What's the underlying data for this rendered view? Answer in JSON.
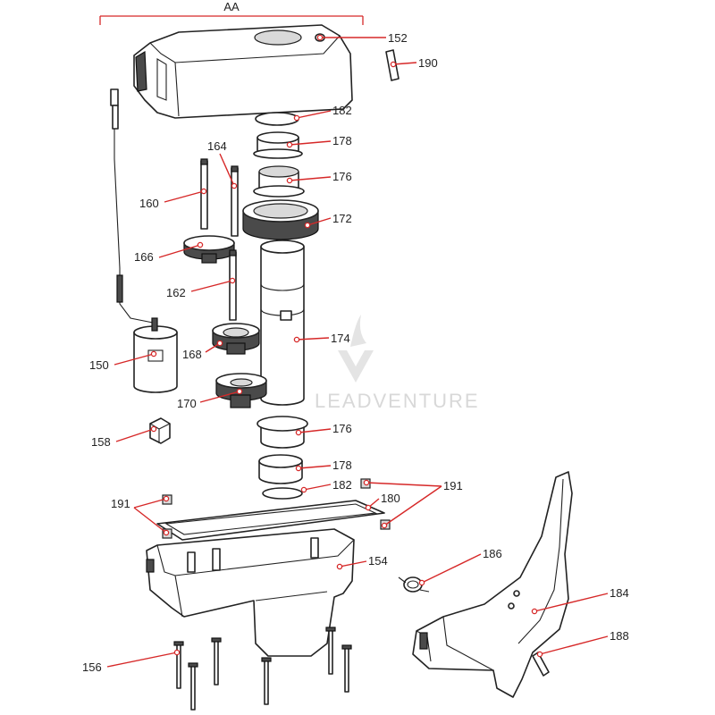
{
  "dimension": {
    "label": "AA"
  },
  "watermark": "LEADVENTURE",
  "callouts": {
    "p152": "152",
    "p190": "190",
    "p182a": "182",
    "p178a": "178",
    "p164": "164",
    "p176a": "176",
    "p160": "160",
    "p172": "172",
    "p166": "166",
    "p162": "162",
    "p174": "174",
    "p150": "150",
    "p168": "168",
    "p170": "170",
    "p176b": "176",
    "p158": "158",
    "p178b": "178",
    "p182b": "182",
    "p191a": "191",
    "p191b": "191",
    "p180": "180",
    "p154": "154",
    "p186": "186",
    "p184": "184",
    "p188": "188",
    "p156": "156"
  },
  "colors": {
    "leader": "#d62828",
    "line": "#222222"
  }
}
